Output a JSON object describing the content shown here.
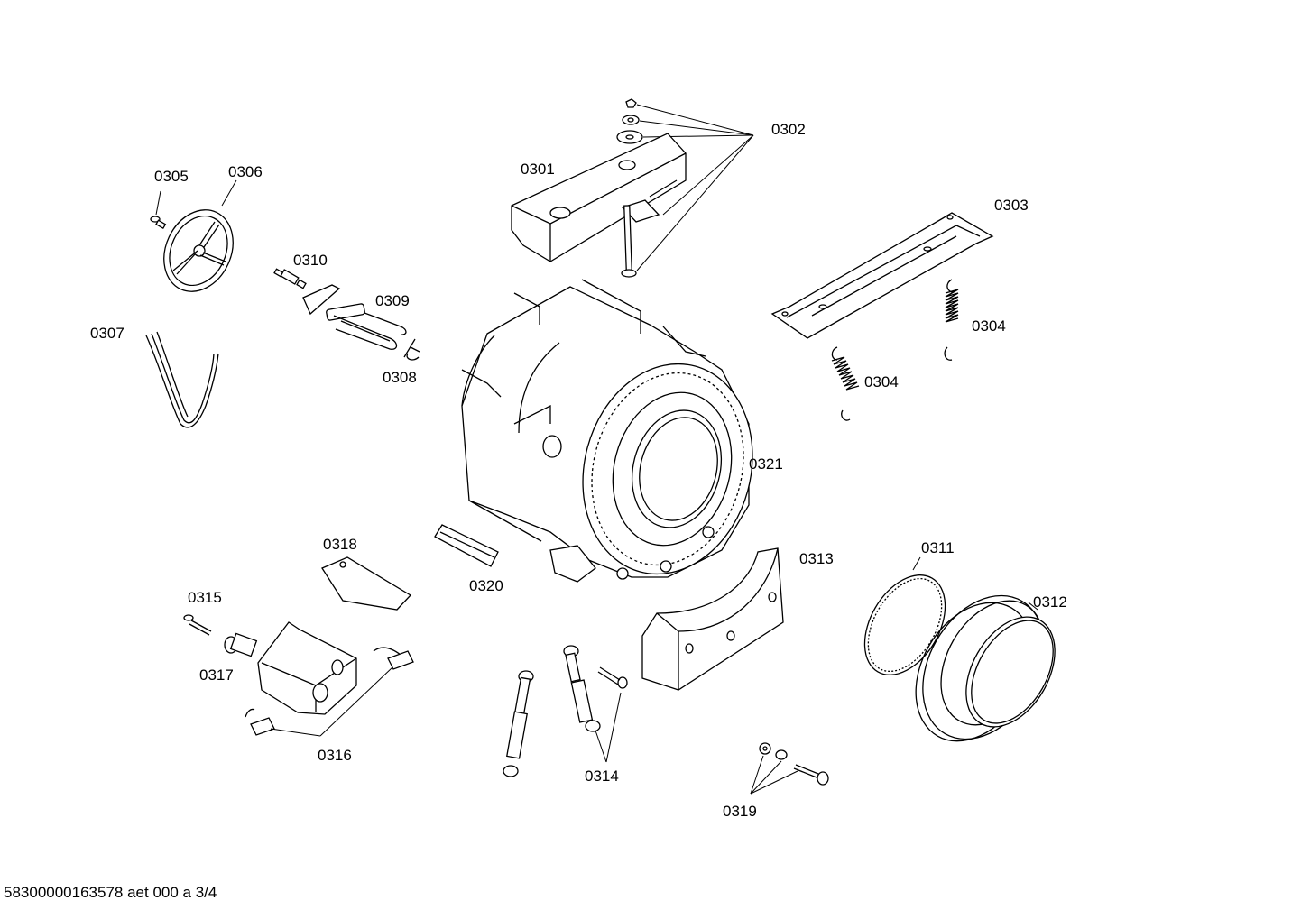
{
  "labels": {
    "p0301": "0301",
    "p0302": "0302",
    "p0303": "0303",
    "p0304a": "0304",
    "p0304b": "0304",
    "p0305": "0305",
    "p0306": "0306",
    "p0307": "0307",
    "p0308": "0308",
    "p0309": "0309",
    "p0310": "0310",
    "p0311": "0311",
    "p0312": "0312",
    "p0313": "0313",
    "p0314": "0314",
    "p0315": "0315",
    "p0316": "0316",
    "p0317": "0317",
    "p0318": "0318",
    "p0319": "0319",
    "p0320": "0320",
    "p0321": "0321"
  },
  "footer": "58300000163578 aet 000 a 3/4"
}
